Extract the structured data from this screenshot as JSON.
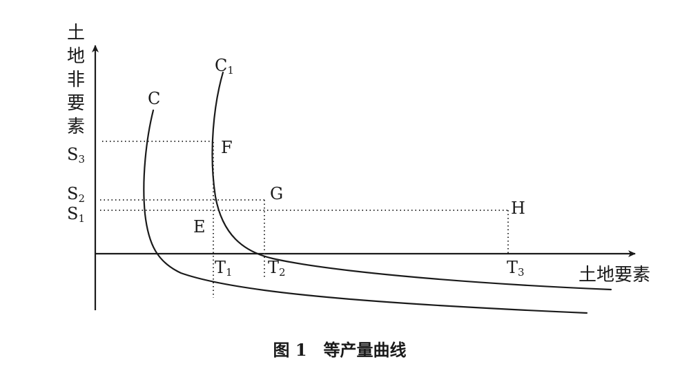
{
  "figure": {
    "caption": "图 1　等产量曲线",
    "y_axis_chars": [
      "土",
      "地",
      "非",
      "要",
      "素"
    ],
    "x_axis_title": "土地要素"
  },
  "curves": {
    "c": {
      "label": "C"
    },
    "c1": {
      "label": "C",
      "sub": "1"
    }
  },
  "points": {
    "e": "E",
    "f": "F",
    "g": "G",
    "h": "H"
  },
  "y_ticks": [
    {
      "base": "S",
      "sub": "3"
    },
    {
      "base": "S",
      "sub": "2"
    },
    {
      "base": "S",
      "sub": "1"
    }
  ],
  "x_ticks": [
    {
      "base": "T",
      "sub": "1"
    },
    {
      "base": "T",
      "sub": "2"
    },
    {
      "base": "T",
      "sub": "3"
    }
  ]
}
